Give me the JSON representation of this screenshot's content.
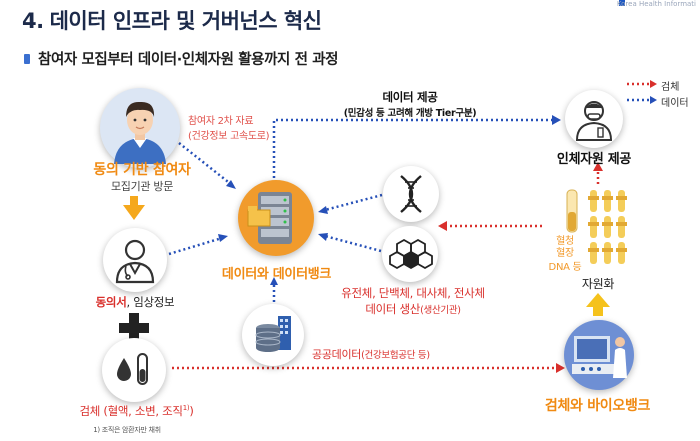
{
  "header": {
    "number": "4.",
    "title": "데이터 인프라 및 거버넌스 혁신",
    "logo_text": "Korea Health Informati"
  },
  "subtitle": "참여자 모집부터 데이터·인체자원 활용까지 전 과정",
  "legend": {
    "specimen": "검체",
    "data": "데이터",
    "specimen_color": "#d9302c",
    "data_color": "#2650b8"
  },
  "nodes": {
    "participant": {
      "title": "동의 기반 참여자",
      "sub": "모집기관 방문",
      "icon": "person-icon"
    },
    "second_data": {
      "line1": "참여자 2차 자료",
      "line2": "(건강정보 고속도로)"
    },
    "consent": {
      "main_red": "동의서",
      "main_rest": ", 임상정보",
      "icon": "doctor-icon"
    },
    "specimen": {
      "label": "검체 (혈액, 소변, 조직",
      "sup": "1)",
      "label_end": ")",
      "footnote": "1) 조직은 암환자만 채취",
      "icon": "blood-drop-icon"
    },
    "databank": {
      "label": "데이터와 데이터뱅크",
      "icon": "server-icon"
    },
    "public_data": {
      "label": "공공데이터",
      "source": "(건강보험공단 등)",
      "icon": "database-icon"
    },
    "omics": {
      "line1": "유전체, 단백체, 대사체, 전사체",
      "line2": "데이터 생산",
      "line2_source": "(생산기관)",
      "icons": [
        "dna-icon",
        "protein-icon"
      ]
    },
    "provision": {
      "line1": "데이터 제공",
      "line2": "(민감성 등 고려해 개방 Tier구분)"
    },
    "human_resource": {
      "label": "인체자원 제공",
      "icon": "researcher-icon"
    },
    "samples": {
      "l1": "혈청",
      "l2": "혈장",
      "l3": "DNA 등",
      "resourcing": "자원화"
    },
    "biobank": {
      "label": "검체와 바이오뱅크",
      "icon": "lab-icon"
    }
  }
}
